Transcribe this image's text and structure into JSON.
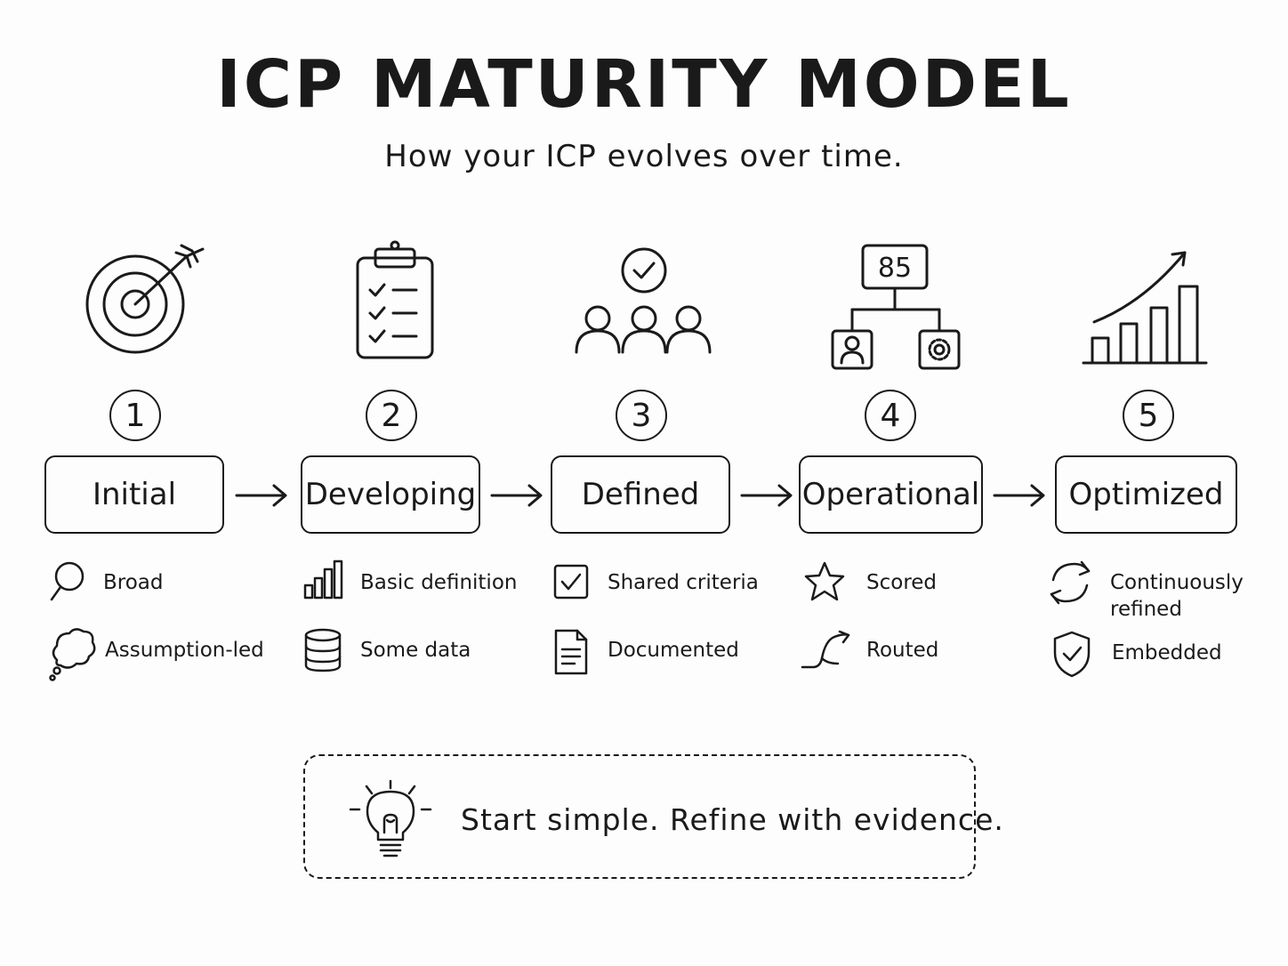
{
  "title": "ICP MATURITY MODEL",
  "subtitle": "How your ICP evolves over time.",
  "stages": [
    {
      "number": "1",
      "label": "Initial",
      "icon": "target-icon",
      "features": [
        {
          "icon": "magnifier-icon",
          "label": "Broad"
        },
        {
          "icon": "thought-cloud-icon",
          "label": "Assumption-led"
        }
      ]
    },
    {
      "number": "2",
      "label": "Developing",
      "icon": "clipboard-checklist-icon",
      "features": [
        {
          "icon": "bar-chart-icon",
          "label": "Basic definition"
        },
        {
          "icon": "database-icon",
          "label": "Some data"
        }
      ]
    },
    {
      "number": "3",
      "label": "Defined",
      "icon": "team-check-icon",
      "features": [
        {
          "icon": "checkbox-icon",
          "label": "Shared criteria"
        },
        {
          "icon": "document-icon",
          "label": "Documented"
        }
      ]
    },
    {
      "number": "4",
      "label": "Operational",
      "icon": "score-routing-icon",
      "score": "85",
      "features": [
        {
          "icon": "star-icon",
          "label": "Scored"
        },
        {
          "icon": "route-arrow-icon",
          "label": "Routed"
        }
      ]
    },
    {
      "number": "5",
      "label": "Optimized",
      "icon": "growth-chart-icon",
      "features": [
        {
          "icon": "refresh-icon",
          "label": "Continuously refined"
        },
        {
          "icon": "shield-check-icon",
          "label": "Embedded"
        }
      ]
    }
  ],
  "callout": {
    "icon": "lightbulb-icon",
    "text": "Start simple. Refine with evidence."
  }
}
